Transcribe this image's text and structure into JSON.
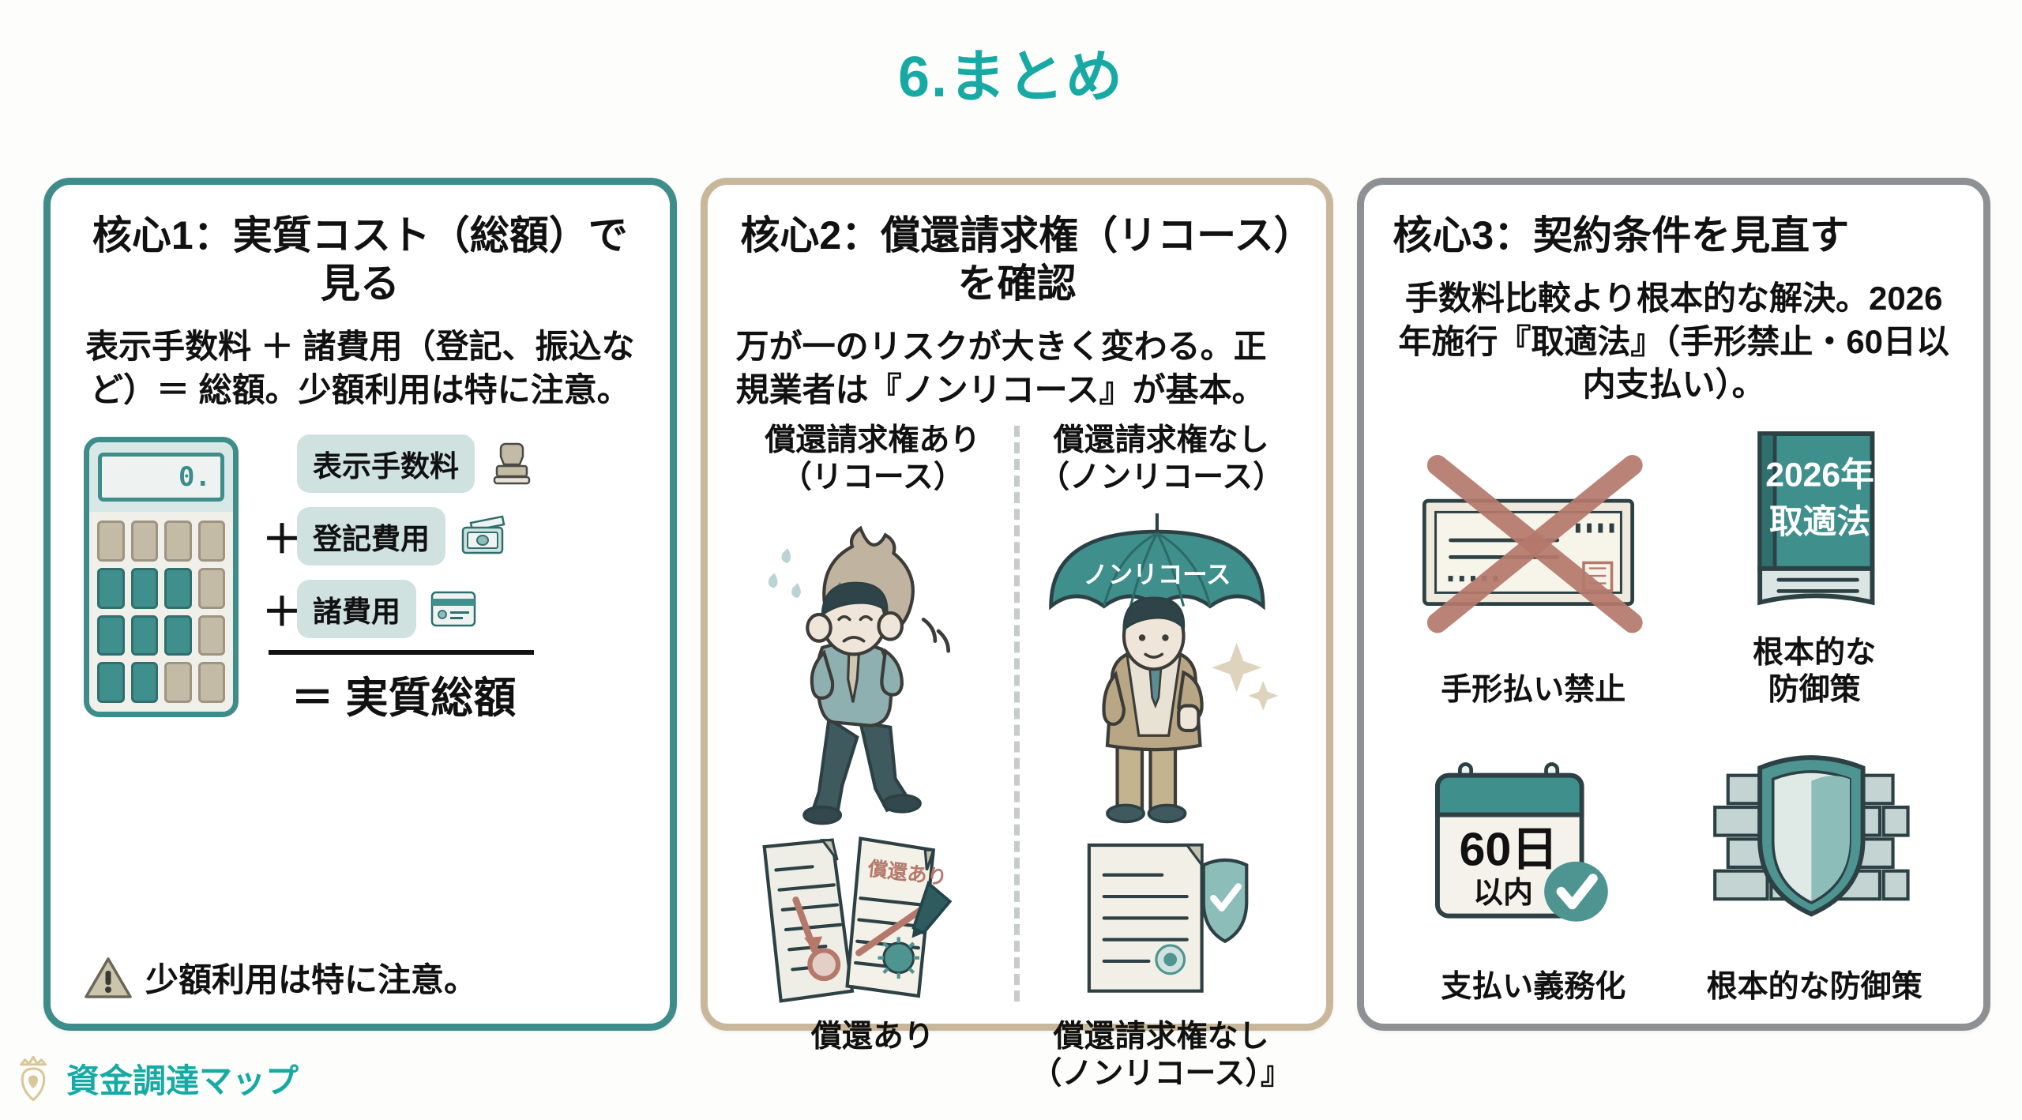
{
  "page": {
    "title": "6.まとめ",
    "title_color": "#17aaa4",
    "background": "#fdfdfb"
  },
  "cards": [
    {
      "id": "card-1",
      "border_color": "#3e8d8b",
      "title": "核心1：実質コスト（総額）で見る",
      "body": "表示手数料 ＋ 諸費用（登記、振込など）＝ 総額。少額利用は特に注意。",
      "calculator": {
        "display": "0."
      },
      "rows": [
        {
          "operator": "",
          "chip": "表示手数料",
          "icon": "stamp-icon"
        },
        {
          "operator": "＋",
          "chip": "登記費用",
          "icon": "money-wallet-icon"
        },
        {
          "operator": "＋",
          "chip": "諸費用",
          "icon": "credit-card-icon"
        }
      ],
      "total": "＝ 実質総額",
      "warning": {
        "icon": "warning-triangle-icon",
        "text": "少額利用は特に注意。"
      }
    },
    {
      "id": "card-2",
      "border_color": "#c8b79b",
      "title": "核心2：償還請求権（リコース）を確認",
      "body": "万が一のリスクが大きく変わる。正規業者は『ノンリコース』が基本。",
      "columns": [
        {
          "head": "償還請求権あり\n（リコース）",
          "art": "stressed-man-with-bag-icon",
          "foot": "償還あり",
          "doc_label": "償還あり"
        },
        {
          "head": "償還請求権なし\n（ノンリコース）",
          "art": "man-with-umbrella-icon",
          "umbrella_label": "ノンリコース",
          "foot": "償還請求権なし\n（ノンリコース）』"
        }
      ]
    },
    {
      "id": "card-3",
      "border_color": "#8e9194",
      "title": "核心3：契約条件を見直す",
      "body": "手数料比較より根本的な解決。2026年施行『取適法』（手形禁止・60日以内支払い）。",
      "cells": [
        {
          "art": "crossed-out-bill-icon",
          "label": "手形払い禁止"
        },
        {
          "art": "law-book-icon",
          "book_line1": "2026年",
          "book_line2": "取適法",
          "label": "根本的な\n防御策"
        },
        {
          "art": "calendar-60days-icon",
          "cal_line1": "60日",
          "cal_line2": "以内",
          "label": "支払い義務化"
        },
        {
          "art": "shield-wall-icon",
          "label": "根本的な防御策"
        }
      ]
    }
  ],
  "footer": {
    "logo_icon": "crown-map-pin-icon",
    "logo_text": "資金調達マップ",
    "logo_color": "#17aaa4"
  }
}
